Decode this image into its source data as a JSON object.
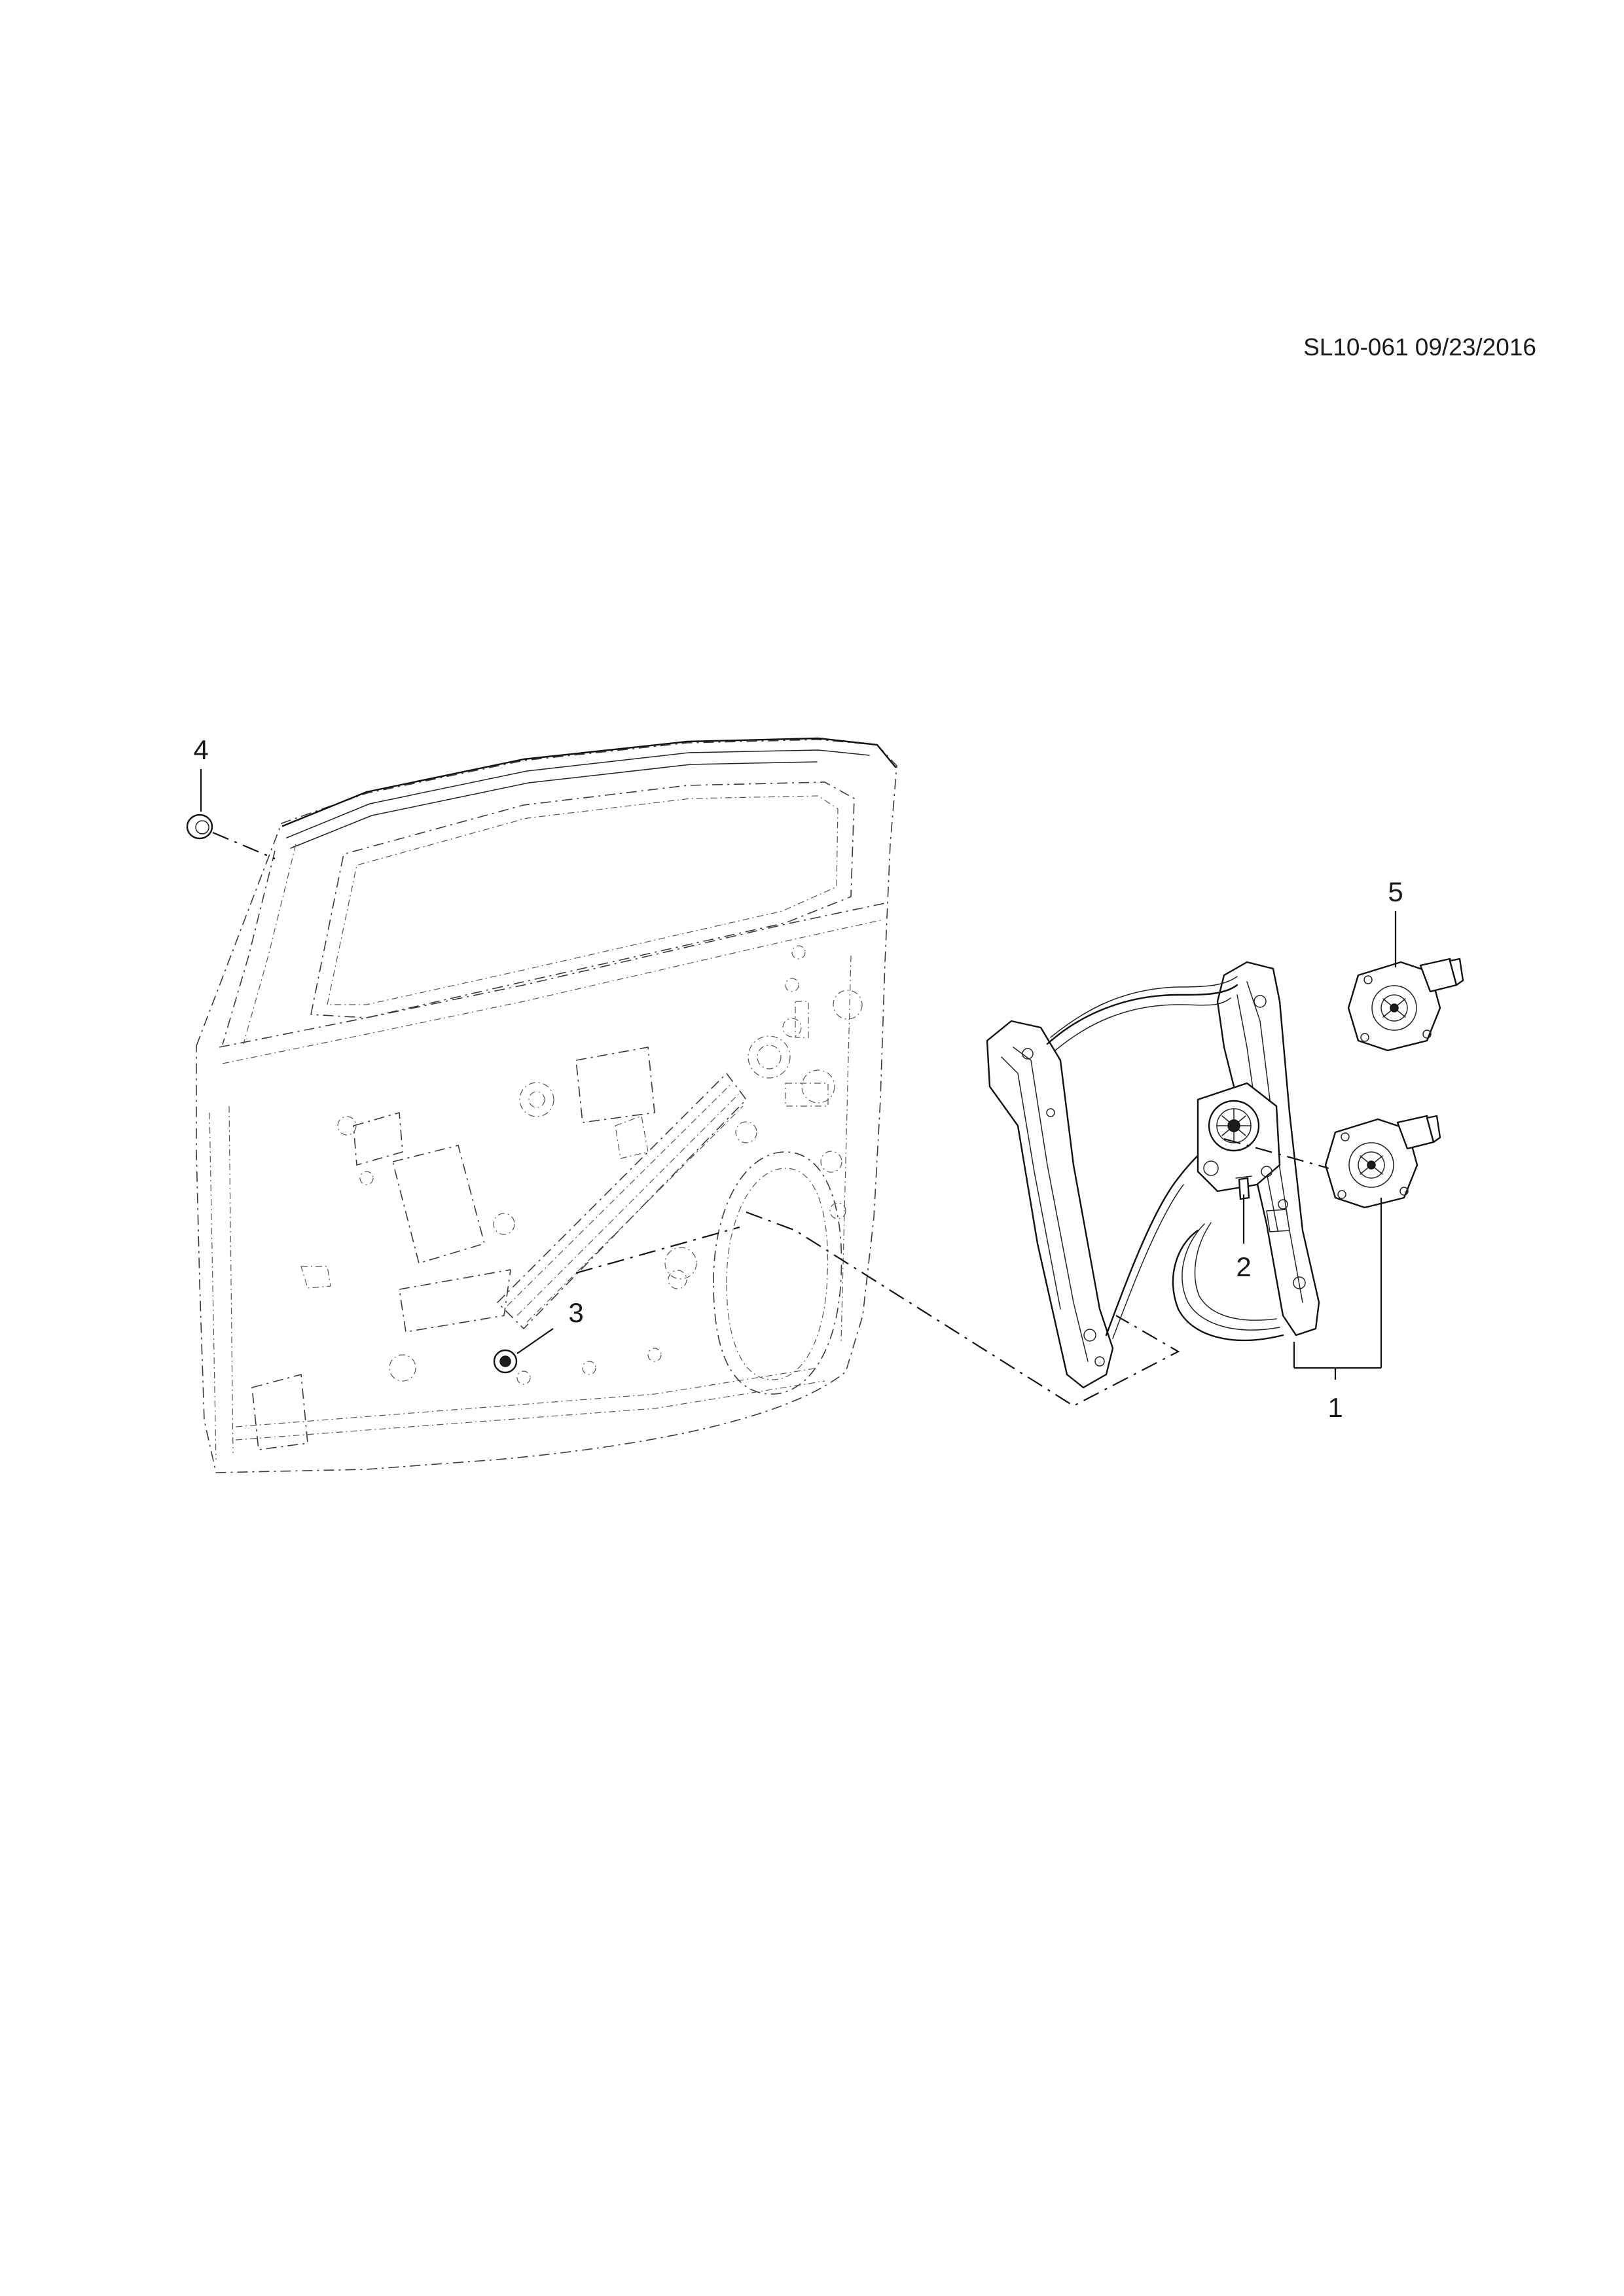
{
  "header": {
    "illustration_code": "SL10-061 09/23/2016"
  },
  "callouts": [
    {
      "id": "c1",
      "number": "1"
    },
    {
      "id": "c2",
      "number": "2"
    },
    {
      "id": "c3",
      "number": "3"
    },
    {
      "id": "c4",
      "number": "4"
    },
    {
      "id": "c5",
      "number": "5"
    }
  ]
}
